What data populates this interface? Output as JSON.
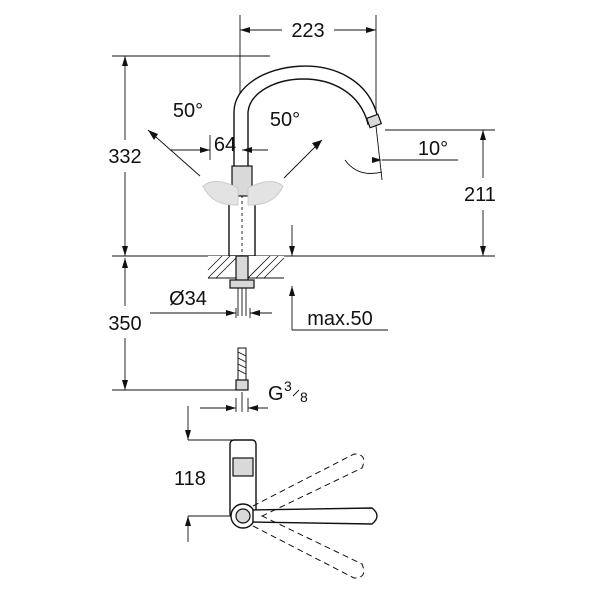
{
  "dimensions": {
    "spout_reach": "223",
    "total_height": "332",
    "spout_height": "211",
    "lever_swing_left": "50°",
    "lever_swing_right": "50°",
    "spout_tilt": "10°",
    "lever_offset": "64",
    "below_counter_length": "350",
    "body_diameter": "Ø34",
    "max_counter_thickness": "max.50",
    "connection_thread": "G",
    "connection_thread_sup": "3",
    "connection_thread_sub": "8",
    "top_view_depth": "118"
  }
}
